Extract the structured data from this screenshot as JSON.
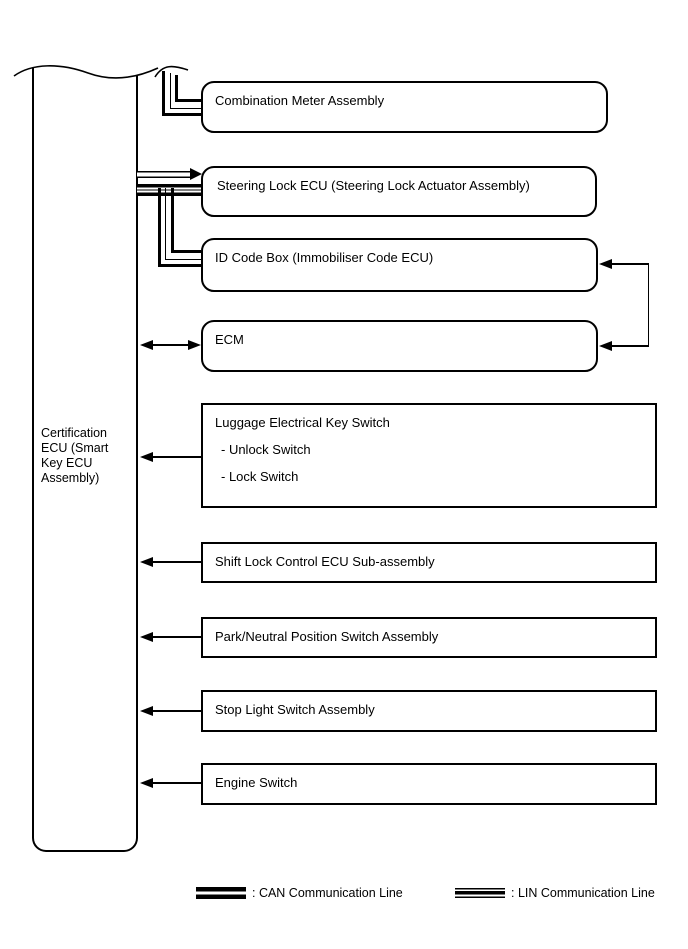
{
  "diagram": {
    "root": {
      "label": "Certification ECU (Smart Key ECU Assembly)"
    },
    "nodes": [
      {
        "label": "Combination Meter Assembly",
        "connection": "CAN"
      },
      {
        "label": "Steering Lock ECU (Steering Lock Actuator Assembly)",
        "connection": "LIN and CAN"
      },
      {
        "label": "ID Code Box (Immobiliser Code ECU)",
        "connection": "CAN, linked to ECM"
      },
      {
        "label": "ECM",
        "connection": "bidirectional arrow, linked to ID Code Box"
      },
      {
        "label": "Luggage Electrical Key Switch",
        "items": [
          "- Unlock Switch",
          "- Lock Switch"
        ],
        "connection": "arrow to ECU"
      },
      {
        "label": "Shift Lock Control ECU Sub-assembly",
        "connection": "arrow to ECU"
      },
      {
        "label": "Park/Neutral Position Switch Assembly",
        "connection": "arrow to ECU"
      },
      {
        "label": "Stop Light Switch Assembly",
        "connection": "arrow to ECU"
      },
      {
        "label": "Engine Switch",
        "connection": "arrow to ECU"
      }
    ],
    "legend": [
      {
        "line": "CAN",
        "label": ": CAN Communication Line"
      },
      {
        "line": "LIN",
        "label": ": LIN Communication Line"
      }
    ],
    "colors": {
      "line": "#000000",
      "background": "#ffffff"
    }
  }
}
